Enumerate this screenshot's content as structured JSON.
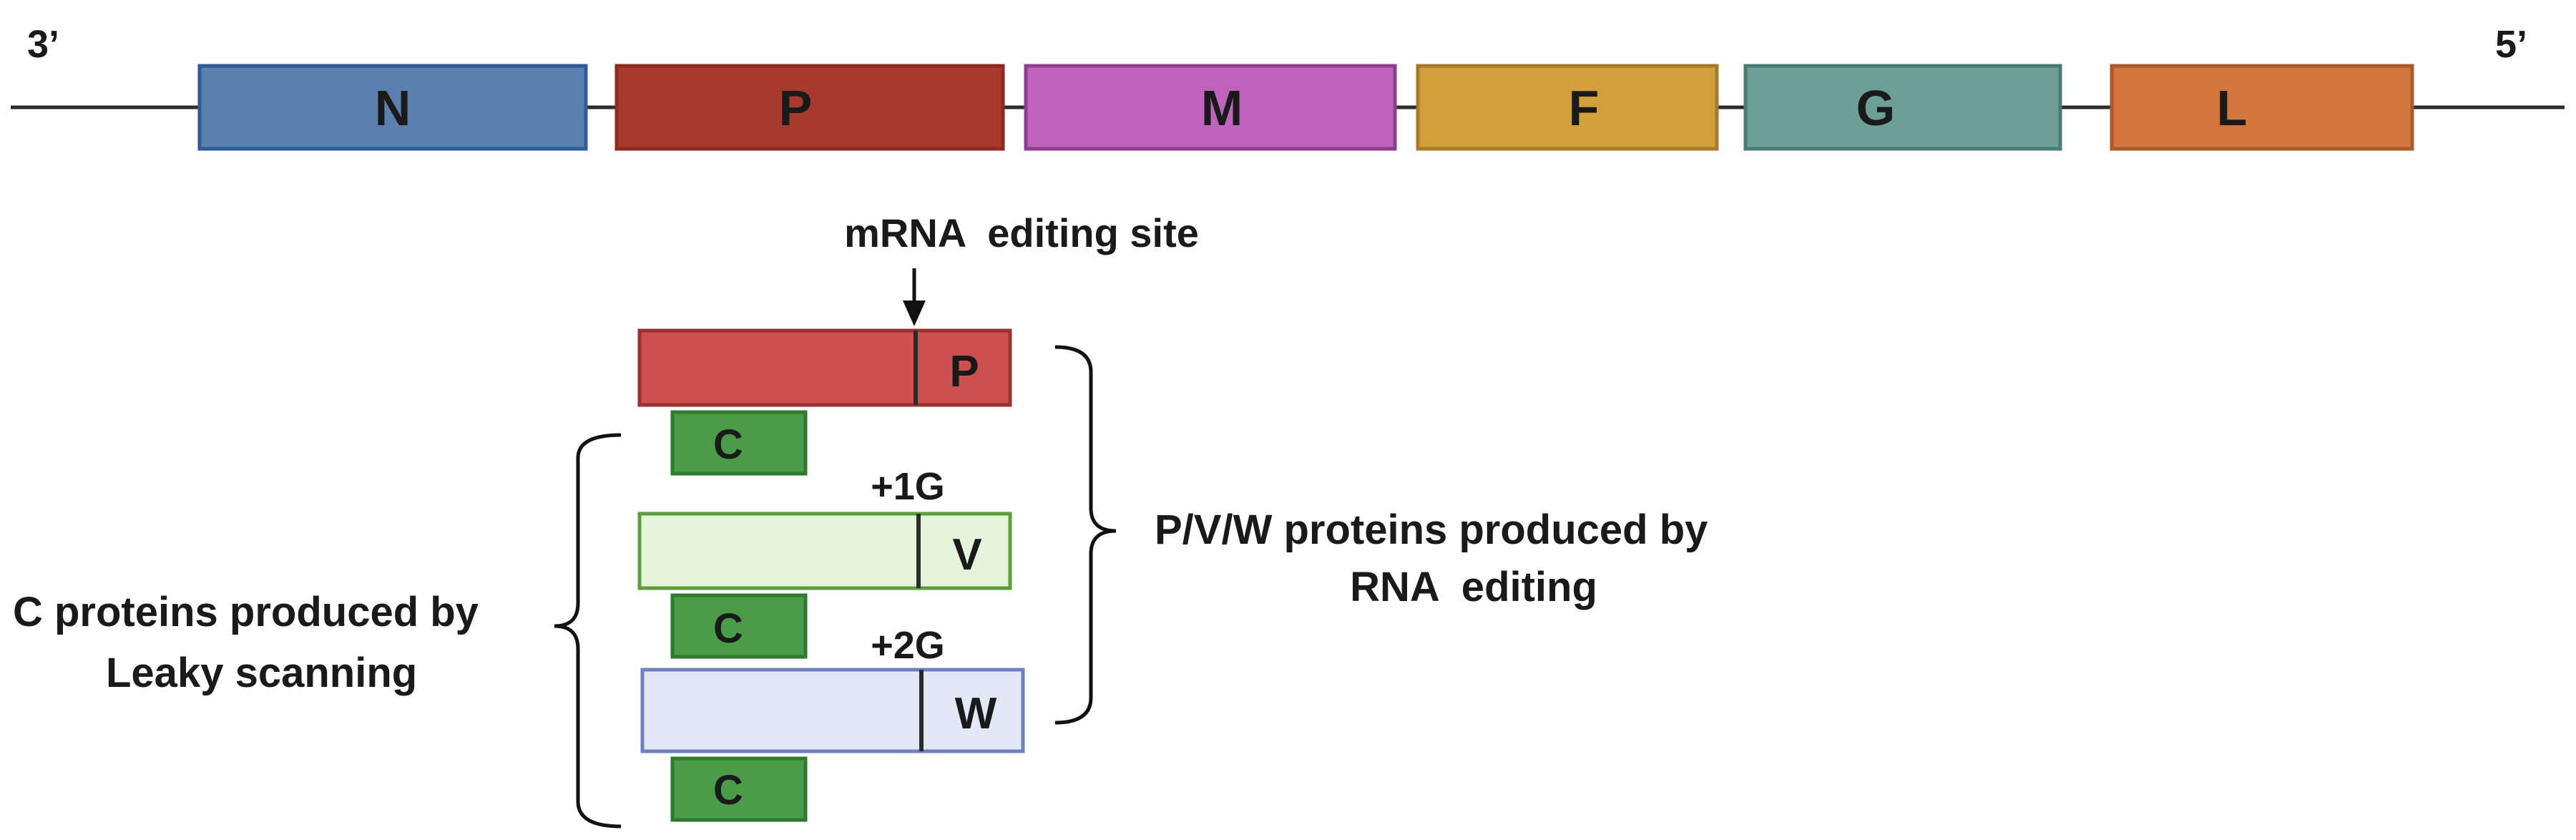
{
  "genome": {
    "left_end": "3’",
    "right_end": "5’",
    "genes": [
      {
        "label": "N",
        "color": "#5b80ad",
        "stroke": "#2e5a96"
      },
      {
        "label": "P",
        "color": "#a83a2d",
        "stroke": "#8a2a20"
      },
      {
        "label": "M",
        "color": "#bf63bd",
        "stroke": "#8d3f8c"
      },
      {
        "label": "F",
        "color": "#d1a03b",
        "stroke": "#a7792a"
      },
      {
        "label": "G",
        "color": "#6c9f95",
        "stroke": "#4b7a70"
      },
      {
        "label": "L",
        "color": "#d3773f",
        "stroke": "#a9592c"
      }
    ]
  },
  "editing": {
    "site_label": "mRNA  editing site",
    "products": [
      {
        "label": "P",
        "insert": "",
        "fill": "#cd4f4f",
        "stroke": "#9c2f2f"
      },
      {
        "label": "V",
        "insert": "+1G",
        "fill": "#e5f5dc",
        "stroke": "#5c9d3c"
      },
      {
        "label": "W",
        "insert": "+2G",
        "fill": "#e3e8f7",
        "stroke": "#6f7fc0"
      }
    ],
    "c_label": "C",
    "c_fill": "#4a9c48",
    "c_stroke": "#2f7a30"
  },
  "annotations": {
    "pvw_line1": "P/V/W proteins produced by",
    "pvw_line2": "RNA  editing",
    "c_line1": "C proteins produced by",
    "c_line2": "Leaky scanning"
  }
}
